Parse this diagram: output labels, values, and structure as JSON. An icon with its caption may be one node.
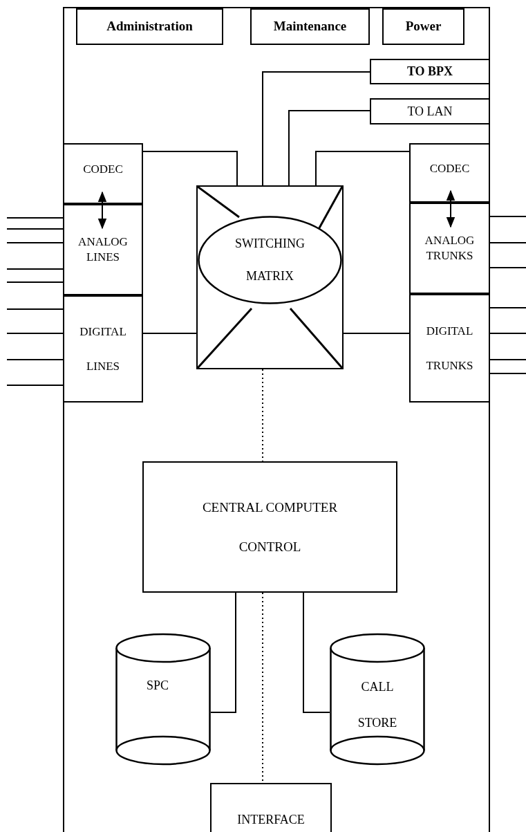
{
  "diagram": {
    "nodes": [
      {
        "text": [],
        "shape": "box"
      },
      {
        "text": [
          "Administration"
        ],
        "in": 0
      },
      {
        "text": [
          "Maintenance"
        ],
        "in": 0
      },
      {
        "text": [
          "Power"
        ],
        "in": 0
      },
      {
        "text": [
          "TO BPX"
        ],
        "in": 0
      },
      {
        "text": [
          "TO LAN"
        ],
        "in": 0
      },
      {
        "text": [
          "CODEC"
        ],
        "in": 0
      },
      {
        "text": [
          "ANALOG LINES"
        ],
        "in": 0
      },
      {
        "text": [
          "DIGITAL LINES"
        ],
        "in": 0
      },
      {
        "text": [
          "CODEC"
        ],
        "in": 0
      },
      {
        "text": [
          "ANALOG TRUNKS"
        ],
        "in": 0
      },
      {
        "text": [
          "DIGITAL TRUNKS"
        ],
        "in": 0
      },
      {
        "text": [],
        "shape": "box",
        "in": 0
      },
      {
        "text": [
          "SWITCHING MATRIX"
        ],
        "in": 12
      },
      {
        "text": [
          "CENTRAL COMPUTER CONTROL"
        ],
        "in": 0
      },
      {
        "text": [
          "SPC"
        ],
        "in": 0
      },
      {
        "text": [
          "CALL STORE"
        ],
        "in": 0
      },
      {
        "text": [
          "INTERFACE"
        ],
        "in": 0
      }
    ],
    "edges": [
      {
        "from": 6,
        "to": 12,
        "arrow": "none"
      },
      {
        "from": 4,
        "to": 12,
        "arrow": "none"
      },
      {
        "from": 5,
        "to": 12,
        "arrow": "none"
      },
      {
        "from": 9,
        "to": 12,
        "arrow": "none"
      },
      {
        "from": 6,
        "to": 7,
        "arrow": "both"
      },
      {
        "from": 9,
        "to": 10,
        "arrow": "both"
      },
      {
        "from": 8,
        "to": 12,
        "arrow": "none"
      },
      {
        "from": 12,
        "to": 11,
        "arrow": "none"
      },
      {
        "from": 12,
        "to": 14,
        "arrow": "none",
        "style": "dashed"
      },
      {
        "from": 14,
        "to": 17,
        "arrow": "none",
        "style": "dashed"
      },
      {
        "from": 14,
        "to": 15,
        "arrow": "none"
      },
      {
        "from": 14,
        "to": 16,
        "arrow": "none"
      },
      {
        "from": null,
        "to": 7,
        "arrow": "none"
      },
      {
        "from": null,
        "to": 7,
        "arrow": "none"
      },
      {
        "from": null,
        "to": 7,
        "arrow": "none"
      },
      {
        "from": null,
        "to": 7,
        "arrow": "none"
      },
      {
        "from": null,
        "to": 7,
        "arrow": "none"
      },
      {
        "from": null,
        "to": 8,
        "arrow": "none"
      },
      {
        "from": null,
        "to": 8,
        "arrow": "none"
      },
      {
        "from": null,
        "to": 8,
        "arrow": "none"
      },
      {
        "from": null,
        "to": 8,
        "arrow": "none"
      },
      {
        "from": null,
        "to": 10,
        "arrow": "none"
      },
      {
        "from": null,
        "to": 10,
        "arrow": "none"
      },
      {
        "from": null,
        "to": 10,
        "arrow": "none"
      },
      {
        "from": null,
        "to": 11,
        "arrow": "none"
      },
      {
        "from": null,
        "to": 11,
        "arrow": "none"
      },
      {
        "from": null,
        "to": 11,
        "arrow": "none"
      },
      {
        "from": null,
        "to": 11,
        "arrow": "none"
      }
    ]
  }
}
